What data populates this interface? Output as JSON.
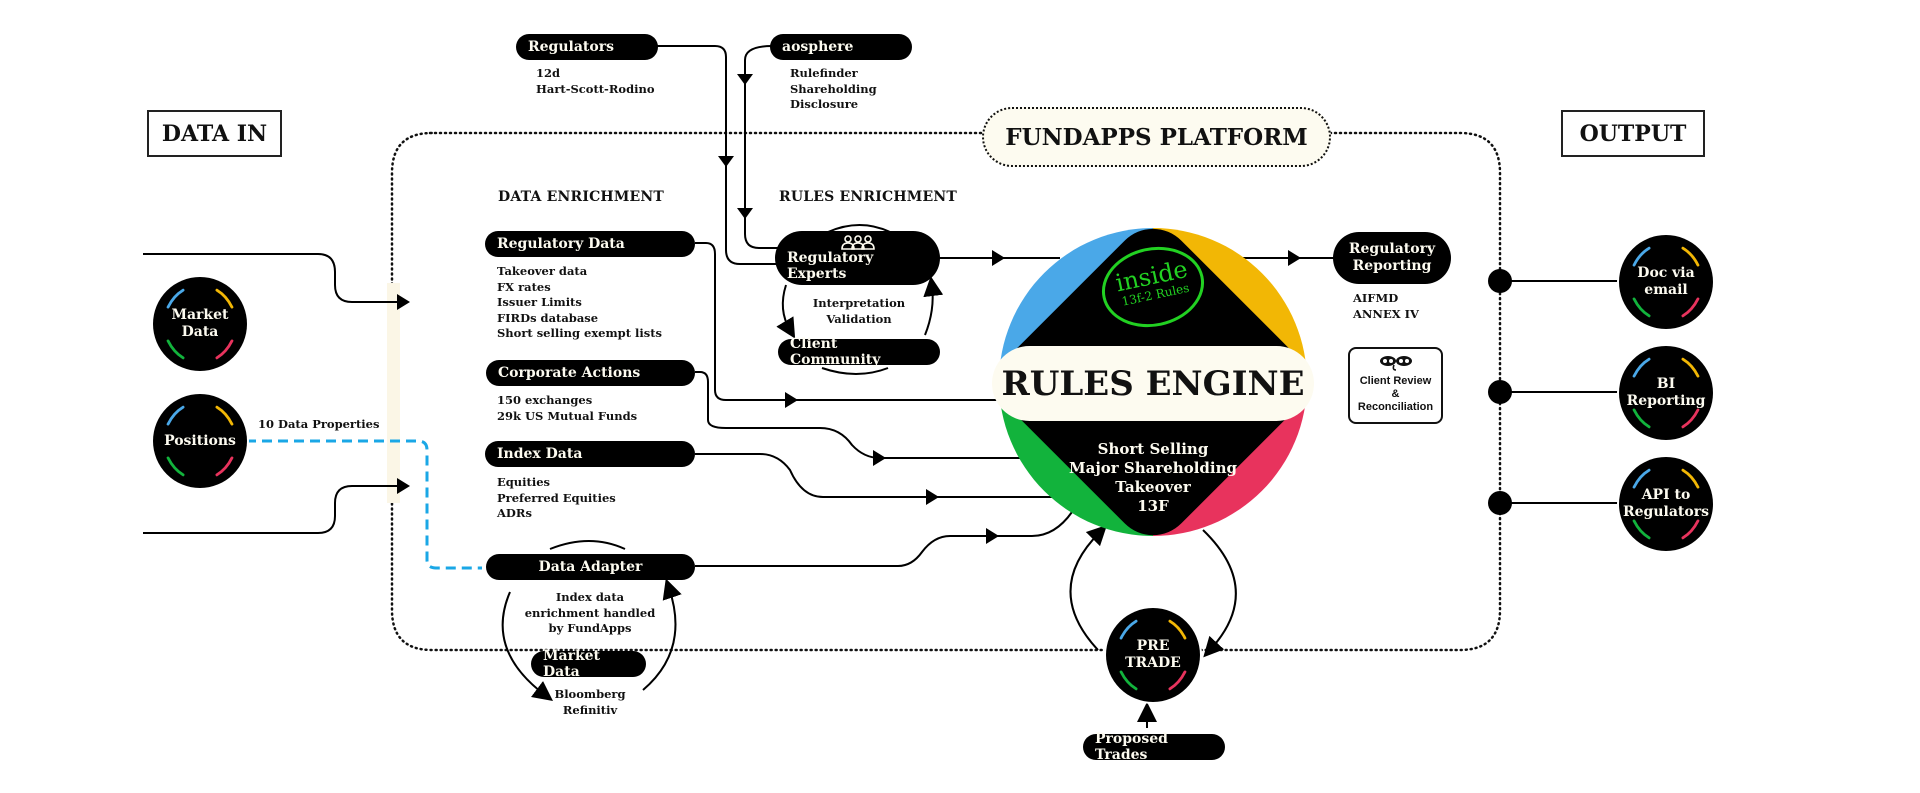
{
  "headers": {
    "data_in": "DATA IN",
    "platform": "FUNDAPPS PLATFORM",
    "output": "OUTPUT"
  },
  "sections": {
    "data_enrichment": "DATA ENRICHMENT",
    "rules_enrichment": "RULES ENRICHMENT"
  },
  "sources": {
    "regulators": {
      "label": "Regulators",
      "items": [
        "12d",
        "Hart-Scott-Rodino"
      ]
    },
    "aosphere": {
      "label": "aosphere",
      "items": [
        "Rulefinder",
        "Shareholding",
        "Disclosure"
      ]
    }
  },
  "inputs": [
    {
      "label": "Market Data"
    },
    {
      "label": "Positions",
      "note": "10 Data Properties"
    }
  ],
  "enrichment": {
    "regulatory_data": {
      "label": "Regulatory Data",
      "items": [
        "Takeover data",
        "FX rates",
        "Issuer Limits",
        "FIRDs database",
        "Short selling exempt lists"
      ]
    },
    "corporate_actions": {
      "label": "Corporate Actions",
      "items": [
        "150 exchanges",
        "29k US Mutual Funds"
      ]
    },
    "index_data": {
      "label": "Index Data",
      "items": [
        "Equities",
        "Preferred Equities",
        "ADRs"
      ]
    },
    "data_adapter": {
      "label": "Data Adapter",
      "description": [
        "Index data",
        "enrichment handled",
        "by FundApps"
      ]
    },
    "market_data": {
      "label": "Market Data",
      "items": [
        "Bloomberg",
        "Refinitiv"
      ]
    }
  },
  "rules": {
    "experts": {
      "label": "Regulatory Experts",
      "icon": "people-icon"
    },
    "cycle_text": [
      "Interpretation",
      "Validation"
    ],
    "community": {
      "label": "Client Community"
    }
  },
  "engine": {
    "title": "RULES ENGINE",
    "badge_big": "inside",
    "badge_small": "13f-2 Rules",
    "rules": [
      "Short Selling",
      "Major Shareholding",
      "Takeover",
      "13F"
    ]
  },
  "pretrade": {
    "label_lines": [
      "PRE",
      "TRADE"
    ],
    "input": "Proposed Trades"
  },
  "reporting": {
    "label_lines": [
      "Regulatory",
      "Reporting"
    ],
    "items": [
      "AIFMD",
      "ANNEX IV"
    ],
    "review": {
      "icon": "eyes-icon",
      "lines": [
        "Client Review",
        "&",
        "Reconciliation"
      ]
    }
  },
  "outputs": [
    {
      "lines": [
        "Doc via",
        "email"
      ]
    },
    {
      "lines": [
        "BI",
        "Reporting"
      ]
    },
    {
      "lines": [
        "API to",
        "Regulators"
      ]
    }
  ],
  "colors": {
    "blue": "#4aa8e8",
    "yellow": "#f2b705",
    "green": "#12b33c",
    "red": "#e8335d",
    "badge_green": "#22d122",
    "cream": "#fdfbf0",
    "dashed_blue": "#1aa7e6"
  }
}
